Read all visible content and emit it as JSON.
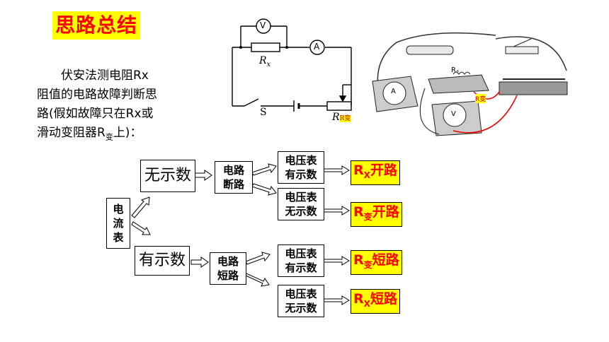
{
  "title": "思路总结",
  "intro": {
    "line1": "伏安法测电阻Rx",
    "line2": "阻值的电路故障判断思",
    "line3": "路(假如故障只在Rx或",
    "line4_pre": "滑动变阻器R",
    "line4_sub": "变",
    "line4_post": "上)："
  },
  "circuit": {
    "voltmeter": "V",
    "ammeter": "A",
    "resistor_label": "R",
    "resistor_sub": "x",
    "switch": "S",
    "rheostat_label": "R",
    "rheostat_sub": "R变"
  },
  "photo": {
    "rx_label": "Rₓ",
    "r_bian_label": "R变",
    "ammeter_letter": "A",
    "voltmeter_letter": "V"
  },
  "flow": {
    "ammeter": "电\n流\n表",
    "no_reading": "无示数",
    "has_reading": "有示数",
    "open_circuit": "电路\n断路",
    "short_circuit": "电路\n短路",
    "v_has": "电压表\n有示数",
    "v_none": "电压表\n无示数",
    "v_has2": "电压表\n有示数",
    "v_none2": "电压表\n无示数",
    "r1_main": "R",
    "r1_sub": "X",
    "r1_text": "开路",
    "r2_main": "R",
    "r2_sub": "变",
    "r2_text": "开路",
    "r3_main": "R",
    "r3_sub": "变",
    "r3_text": "短路",
    "r4_main": "R",
    "r4_sub": "X",
    "r4_text": "短路"
  }
}
